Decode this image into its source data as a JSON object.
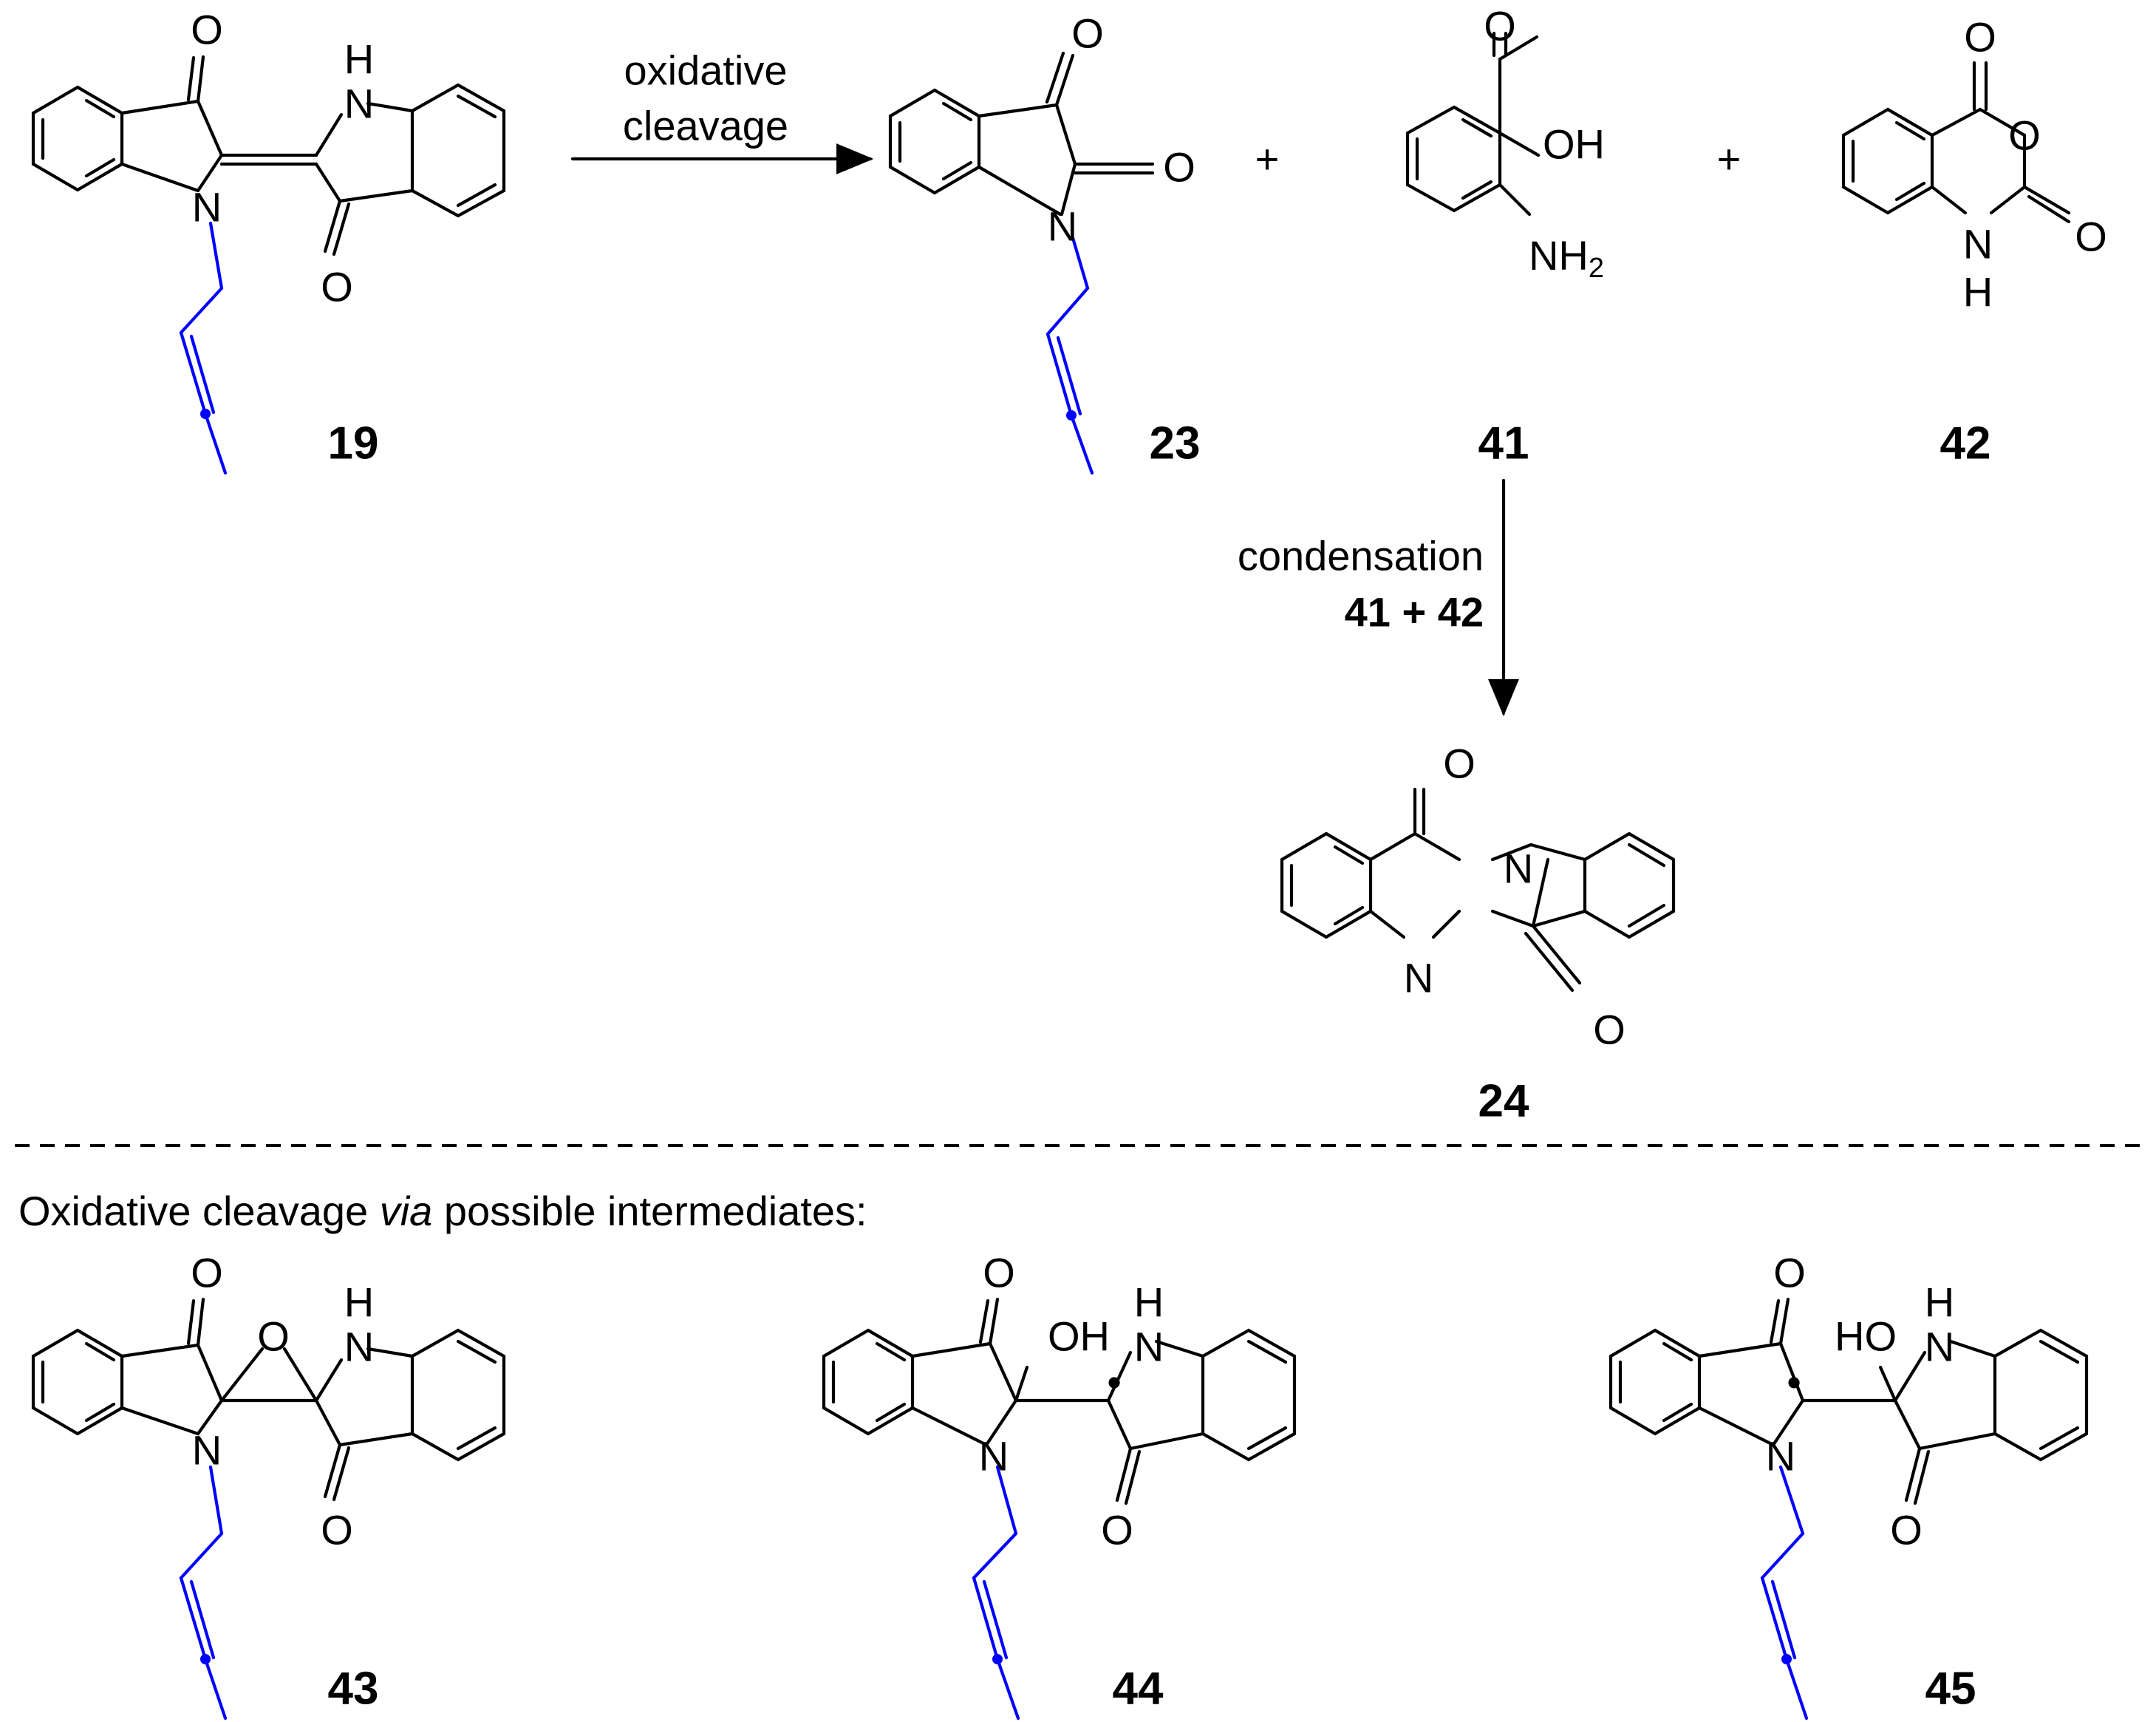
{
  "reaction": {
    "arrow1_label_line1": "oxidative",
    "arrow1_label_line2": "cleavage",
    "plus": "+",
    "arrow2_label": "condensation",
    "arrow2_reagents": "41 + 42"
  },
  "compounds": {
    "c19": "19",
    "c23": "23",
    "c41": "41",
    "c42": "42",
    "c24": "24",
    "c43": "43",
    "c44": "44",
    "c45": "45"
  },
  "intermediates_heading": {
    "prefix": "Oxidative cleavage ",
    "italic": "via",
    "suffix": " possible intermediates:"
  },
  "atoms": {
    "O": "O",
    "N": "N",
    "NH": "NH",
    "H": "H",
    "OH": "OH",
    "HO": "HO",
    "NH2_main": "NH",
    "NH2_sub": "2",
    "radical": "•"
  },
  "colors": {
    "bond": "#000000",
    "chain": "#0000ff",
    "divider": "#000000"
  }
}
